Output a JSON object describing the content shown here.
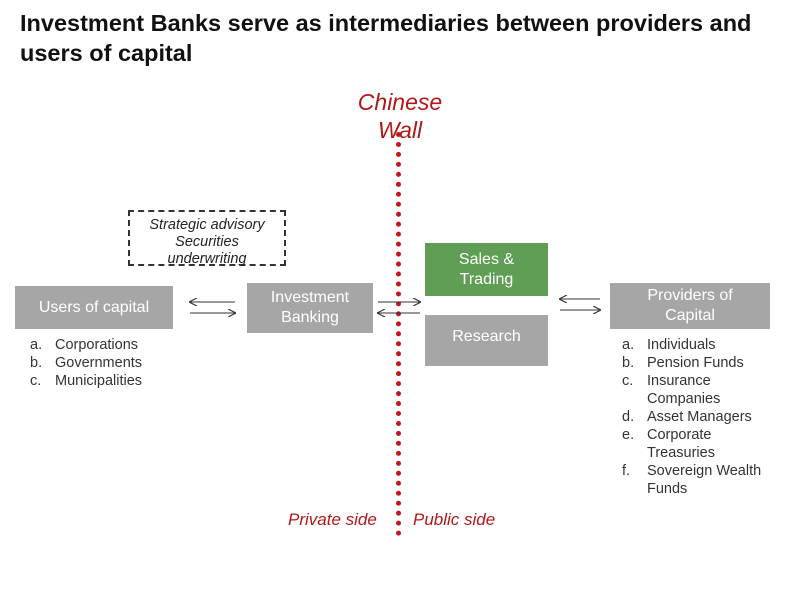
{
  "title": "Investment Banks serve as intermediaries between providers and users of capital",
  "wall": {
    "label_line1": "Chinese",
    "label_line2": "Wall",
    "color": "#c0161d"
  },
  "advisory_box": {
    "line1": "Strategic advisory",
    "line2": "Securities",
    "line3": "underwriting"
  },
  "users_box": {
    "label": "Users of capital",
    "color": "#a6a6a6"
  },
  "users_list": [
    {
      "marker": "a.",
      "text": "Corporations"
    },
    {
      "marker": "b.",
      "text": "Governments"
    },
    {
      "marker": "c.",
      "text": "Municipalities"
    }
  ],
  "ib_box": {
    "line1": "Investment",
    "line2": "Banking",
    "color": "#a6a6a6"
  },
  "sales_box": {
    "line1": "Sales &",
    "line2": "Trading",
    "color": "#5f9e54"
  },
  "research_box": {
    "label": "Research",
    "color": "#a6a6a6"
  },
  "providers_box": {
    "line1": "Providers of",
    "line2": "Capital",
    "color": "#a6a6a6"
  },
  "providers_list": [
    {
      "marker": "a.",
      "text": "Individuals"
    },
    {
      "marker": "b.",
      "text": "Pension Funds"
    },
    {
      "marker": "c.",
      "text": "Insurance"
    },
    {
      "marker": "",
      "text": "Companies"
    },
    {
      "marker": "d.",
      "text": "Asset Managers"
    },
    {
      "marker": "e.",
      "text": "Corporate"
    },
    {
      "marker": "",
      "text": "Treasuries"
    },
    {
      "marker": "f.",
      "text": "Sovereign Wealth"
    },
    {
      "marker": "",
      "text": "Funds"
    }
  ],
  "sides": {
    "private": "Private side",
    "public": "Public side"
  }
}
